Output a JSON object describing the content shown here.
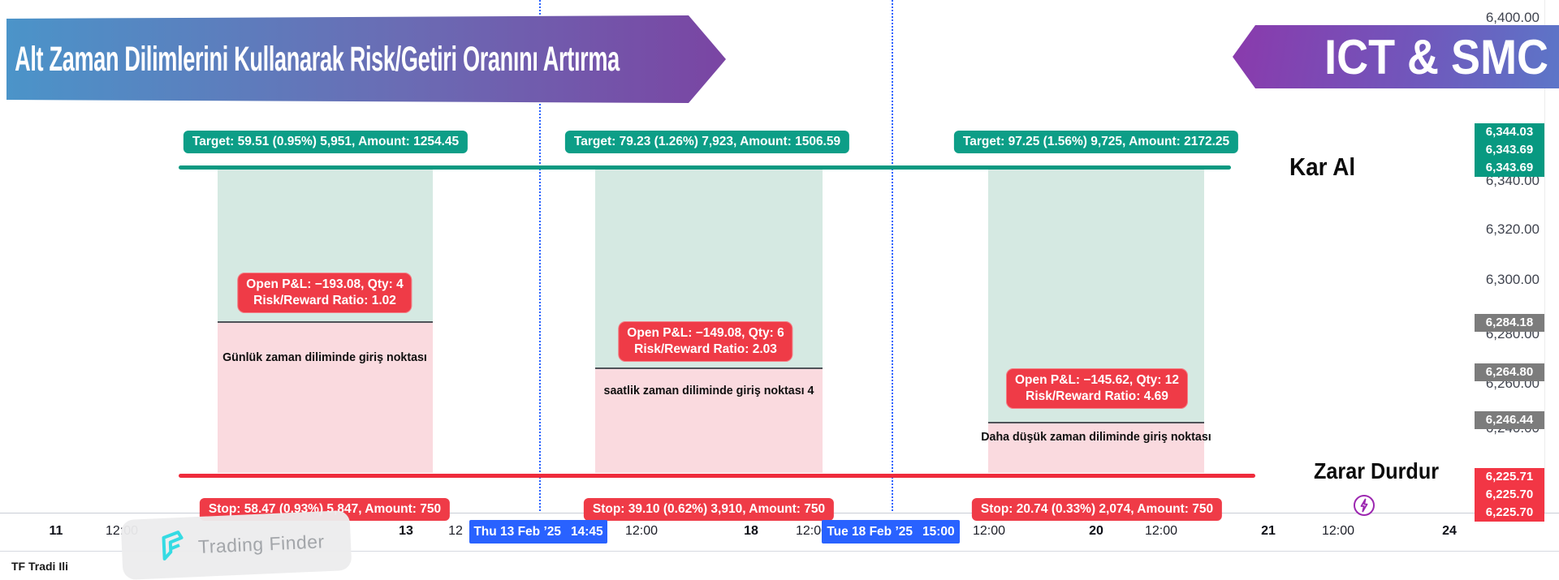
{
  "banner": {
    "title": "Alt Zaman Dilimlerini Kullanarak Risk/Getiri Oranını Artırma",
    "brand": "ICT & SMC"
  },
  "lines": {
    "take_profit_label": "Kar Al",
    "stop_loss_label": "Zarar Durdur"
  },
  "positions": [
    {
      "target": "Target: 59.51 (0.95%) 5,951, Amount: 1254.45",
      "pnl": "Open P&L: −193.08, Qty: 4",
      "rr": "Risk/Reward Ratio: 1.02",
      "note": "Günlük zaman diliminde giriş noktası",
      "stop": "Stop: 58.47 (0.93%) 5,847, Amount: 750"
    },
    {
      "target": "Target: 79.23 (1.26%) 7,923, Amount: 1506.59",
      "pnl": "Open P&L: −149.08, Qty: 6",
      "rr": "Risk/Reward Ratio: 2.03",
      "note": "saatlik zaman diliminde giriş noktası 4",
      "stop": "Stop: 39.10 (0.62%) 3,910, Amount: 750"
    },
    {
      "target": "Target: 97.25 (1.56%) 9,725, Amount: 2172.25",
      "pnl": "Open P&L: −145.62, Qty: 12",
      "rr": "Risk/Reward Ratio: 4.69",
      "note": "Daha düşük zaman diliminde giriş noktası",
      "stop": "Stop: 20.74 (0.33%) 2,074, Amount: 750"
    }
  ],
  "price_axis": {
    "gridlines": [
      "6,400.00",
      "6,340.00",
      "6,320.00",
      "6,300.00",
      "6,280.00",
      "6,260.00",
      "6,240.00"
    ],
    "take_profit_badges": [
      "6,344.03",
      "6,343.69",
      "6,343.69"
    ],
    "entry_badges": [
      "6,284.18",
      "6,264.80",
      "6,246.44"
    ],
    "stop_badges": [
      "6,225.71",
      "6,225.70",
      "6,225.70"
    ]
  },
  "time_axis": {
    "labels": [
      "11",
      "12:00",
      "13",
      "12",
      "12:00",
      "18",
      "12:00",
      "12:00",
      "20",
      "12:00",
      "21",
      "12:00",
      "24"
    ],
    "badges": [
      {
        "date": "Thu 13 Feb ’25",
        "time": "14:45"
      },
      {
        "date": "Tue 18 Feb ’25",
        "time": "15:00"
      }
    ]
  },
  "watermark": {
    "text": "Trading Finder"
  },
  "corner_text": "TF Tradi Ili",
  "colors": {
    "teal": "#089981",
    "red": "#f23645",
    "blue": "#2962ff",
    "purple_icon": "#9c27b0",
    "zone_green": "#d5e9e2",
    "zone_pink": "#fadadf"
  }
}
